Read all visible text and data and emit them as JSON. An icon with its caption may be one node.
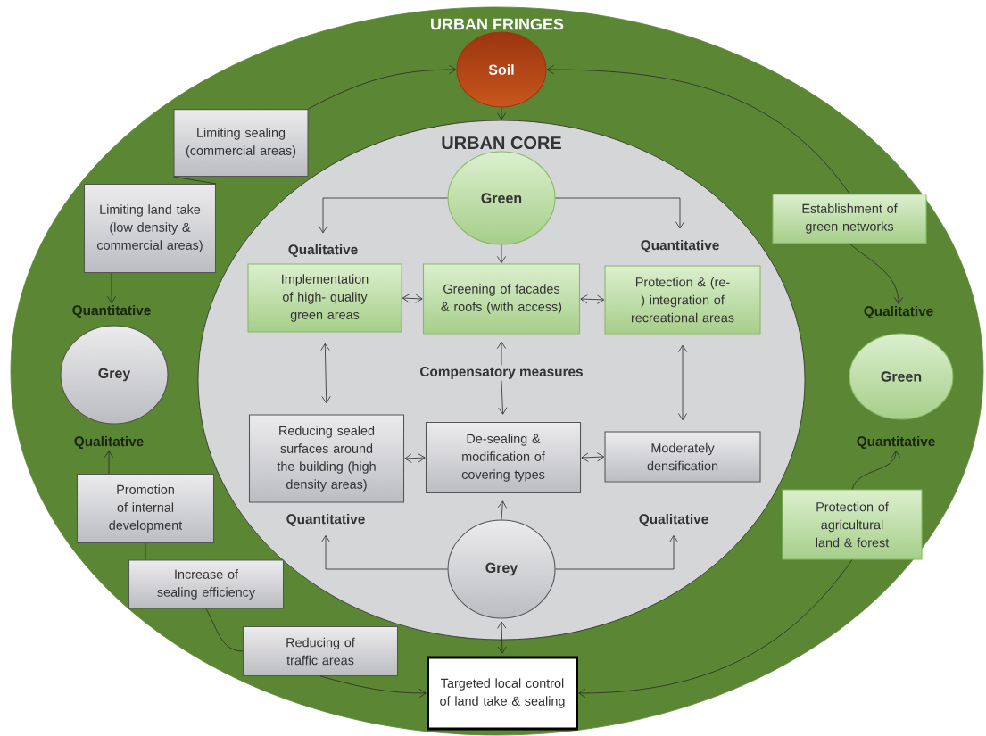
{
  "diagram": {
    "nodes": [
      {
        "text": [
          "URBAN FRINGES"
        ]
      },
      {
        "text": [
          "Soil"
        ],
        "in": 0
      },
      {
        "text": [
          "URBAN CORE"
        ],
        "in": 0
      },
      {
        "text": [
          "Limiting sealing (commercial areas)"
        ],
        "in": 0
      },
      {
        "text": [
          "Limiting land take (low density & commercial areas)"
        ],
        "in": 0
      },
      {
        "text": [
          "Quantitative"
        ],
        "in": 0
      },
      {
        "text": [
          "Grey"
        ],
        "in": 0
      },
      {
        "text": [
          "Qualitative"
        ],
        "in": 0
      },
      {
        "text": [
          "Promotion of internal development"
        ],
        "in": 0
      },
      {
        "text": [
          "Increase of sealing efficiency"
        ],
        "in": 0
      },
      {
        "text": [
          "Reducing of traffic areas"
        ],
        "in": 0
      },
      {
        "text": [
          "Targeted local control of land take & sealing"
        ],
        "in": 0
      },
      {
        "text": [
          "Establishment of green networks"
        ],
        "in": 0
      },
      {
        "text": [
          "Qualitative"
        ],
        "in": 0
      },
      {
        "text": [
          "Green"
        ],
        "in": 0
      },
      {
        "text": [
          "Quantitative"
        ],
        "in": 0
      },
      {
        "text": [
          "Protection of agricultural land & forest"
        ],
        "in": 0
      },
      {
        "text": [
          "Green"
        ],
        "in": 2
      },
      {
        "text": [
          "Qualitative"
        ],
        "in": 2
      },
      {
        "text": [
          "Quantitative"
        ],
        "in": 2
      },
      {
        "text": [
          "Implementation of high- quality green areas"
        ],
        "in": 2
      },
      {
        "text": [
          "Greening of facades & roofs (with access)"
        ],
        "in": 2
      },
      {
        "text": [
          "Protection & (re-) integration of recreational areas"
        ],
        "in": 2
      },
      {
        "text": [
          "Compensatory measures"
        ],
        "in": 2
      },
      {
        "text": [
          "Reducing sealed surfaces around the building (high density areas)"
        ],
        "in": 2
      },
      {
        "text": [
          "De-sealing & modification of covering types"
        ],
        "in": 2
      },
      {
        "text": [
          "Moderately densification"
        ],
        "in": 2
      },
      {
        "text": [
          "Quantitative"
        ],
        "in": 2
      },
      {
        "text": [
          "Qualitative"
        ],
        "in": 2
      },
      {
        "text": [
          "Grey"
        ],
        "in": 2
      }
    ],
    "edges": [
      {
        "from": 3,
        "to": 1,
        "arrow": "to"
      },
      {
        "from": 4,
        "to": 3,
        "arrow": "none"
      },
      {
        "from": 4,
        "to": 5,
        "arrow": "to"
      },
      {
        "from": 8,
        "to": 7,
        "arrow": "to"
      },
      {
        "from": 8,
        "to": 9,
        "arrow": "none"
      },
      {
        "from": 9,
        "to": 10,
        "arrow": "none"
      },
      {
        "from": 10,
        "to": 11,
        "arrow": "to"
      },
      {
        "from": 12,
        "to": 1,
        "arrow": "to"
      },
      {
        "from": 12,
        "to": 13,
        "arrow": "to"
      },
      {
        "from": 16,
        "to": 15,
        "arrow": "to"
      },
      {
        "from": 16,
        "to": 11,
        "arrow": "to"
      },
      {
        "from": 1,
        "to": 2,
        "arrow": "to"
      },
      {
        "from": 17,
        "to": 18,
        "arrow": "to"
      },
      {
        "from": 17,
        "to": 19,
        "arrow": "to"
      },
      {
        "from": 17,
        "to": 21,
        "arrow": "to"
      },
      {
        "from": 20,
        "to": 21,
        "arrow": "both"
      },
      {
        "from": 21,
        "to": 22,
        "arrow": "both"
      },
      {
        "from": 20,
        "to": 24,
        "arrow": "both"
      },
      {
        "from": 22,
        "to": 26,
        "arrow": "both"
      },
      {
        "from": 23,
        "to": 21,
        "arrow": "to"
      },
      {
        "from": 23,
        "to": 25,
        "arrow": "to"
      },
      {
        "from": 24,
        "to": 25,
        "arrow": "both"
      },
      {
        "from": 25,
        "to": 26,
        "arrow": "both"
      },
      {
        "from": 29,
        "to": 25,
        "arrow": "to"
      },
      {
        "from": 29,
        "to": 27,
        "arrow": "to"
      },
      {
        "from": 29,
        "to": 28,
        "arrow": "to"
      },
      {
        "from": 29,
        "to": 11,
        "arrow": "both"
      }
    ]
  }
}
